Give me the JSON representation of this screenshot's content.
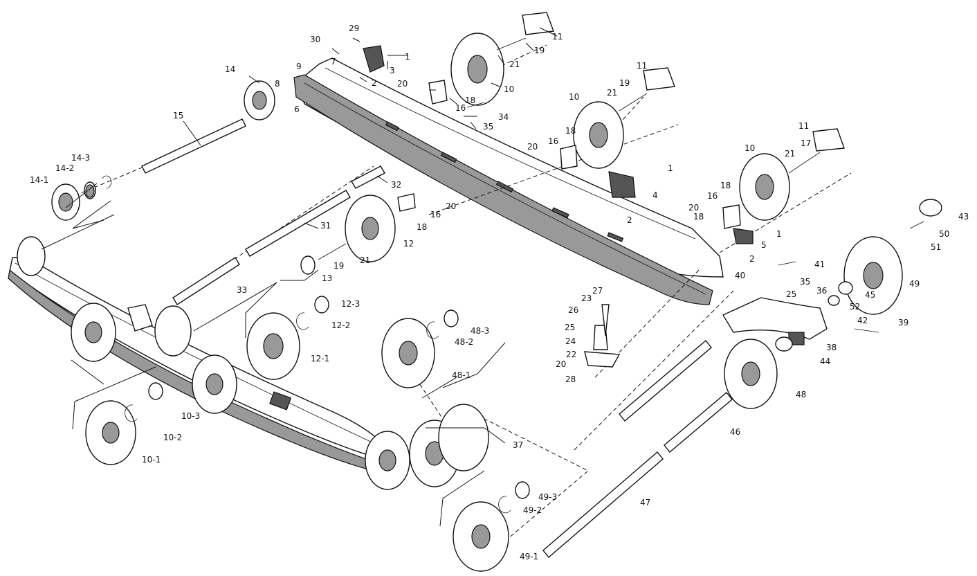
{
  "callouts": {
    "c1a": "1",
    "c1b": "1",
    "c1c": "1",
    "c2a": "2",
    "c2b": "2",
    "c2c": "2",
    "c3": "3",
    "c4": "4",
    "c5": "5",
    "c6": "6",
    "c7": "7",
    "c8": "8",
    "c9": "9",
    "c10a": "10",
    "c10b": "10",
    "c10c": "10",
    "c10_1": "10-1",
    "c10_2": "10-2",
    "c10_3": "10-3",
    "c11a": "11",
    "c11b": "11",
    "c11c": "11",
    "c12": "12",
    "c12_1": "12-1",
    "c12_2": "12-2",
    "c12_3": "12-3",
    "c13": "13",
    "c14": "14",
    "c14_1": "14-1",
    "c14_2": "14-2",
    "c14_3": "14-3",
    "c15": "15",
    "c16a": "16",
    "c16b": "16",
    "c16c": "16",
    "c16d": "16",
    "c17": "17",
    "c18a": "18",
    "c18b": "18",
    "c18c": "18",
    "c18d": "18",
    "c18e": "18",
    "c19a": "19",
    "c19b": "19",
    "c19c": "19",
    "c20a": "20",
    "c20b": "20",
    "c20c": "20",
    "c20d": "20",
    "c20e": "20",
    "c21a": "21",
    "c21b": "21",
    "c21c": "21",
    "c21d": "21",
    "c22": "22",
    "c23": "23",
    "c24": "24",
    "c25a": "25",
    "c25b": "25",
    "c26": "26",
    "c27": "27",
    "c28": "28",
    "c29": "29",
    "c30": "30",
    "c31": "31",
    "c32": "32",
    "c33": "33",
    "c34": "34",
    "c35a": "35",
    "c35b": "35",
    "c36": "36",
    "c37": "37",
    "c38": "38",
    "c39": "39",
    "c40": "40",
    "c41": "41",
    "c42": "42",
    "c43": "43",
    "c44": "44",
    "c45": "45",
    "c46": "46",
    "c47": "47",
    "c48": "48",
    "c48_1": "48-1",
    "c48_2": "48-2",
    "c48_3": "48-3",
    "c49": "49",
    "c49_1": "49-1",
    "c49_2": "49-2",
    "c49_3": "49-3",
    "c50": "50",
    "c51": "51",
    "c52": "52"
  }
}
